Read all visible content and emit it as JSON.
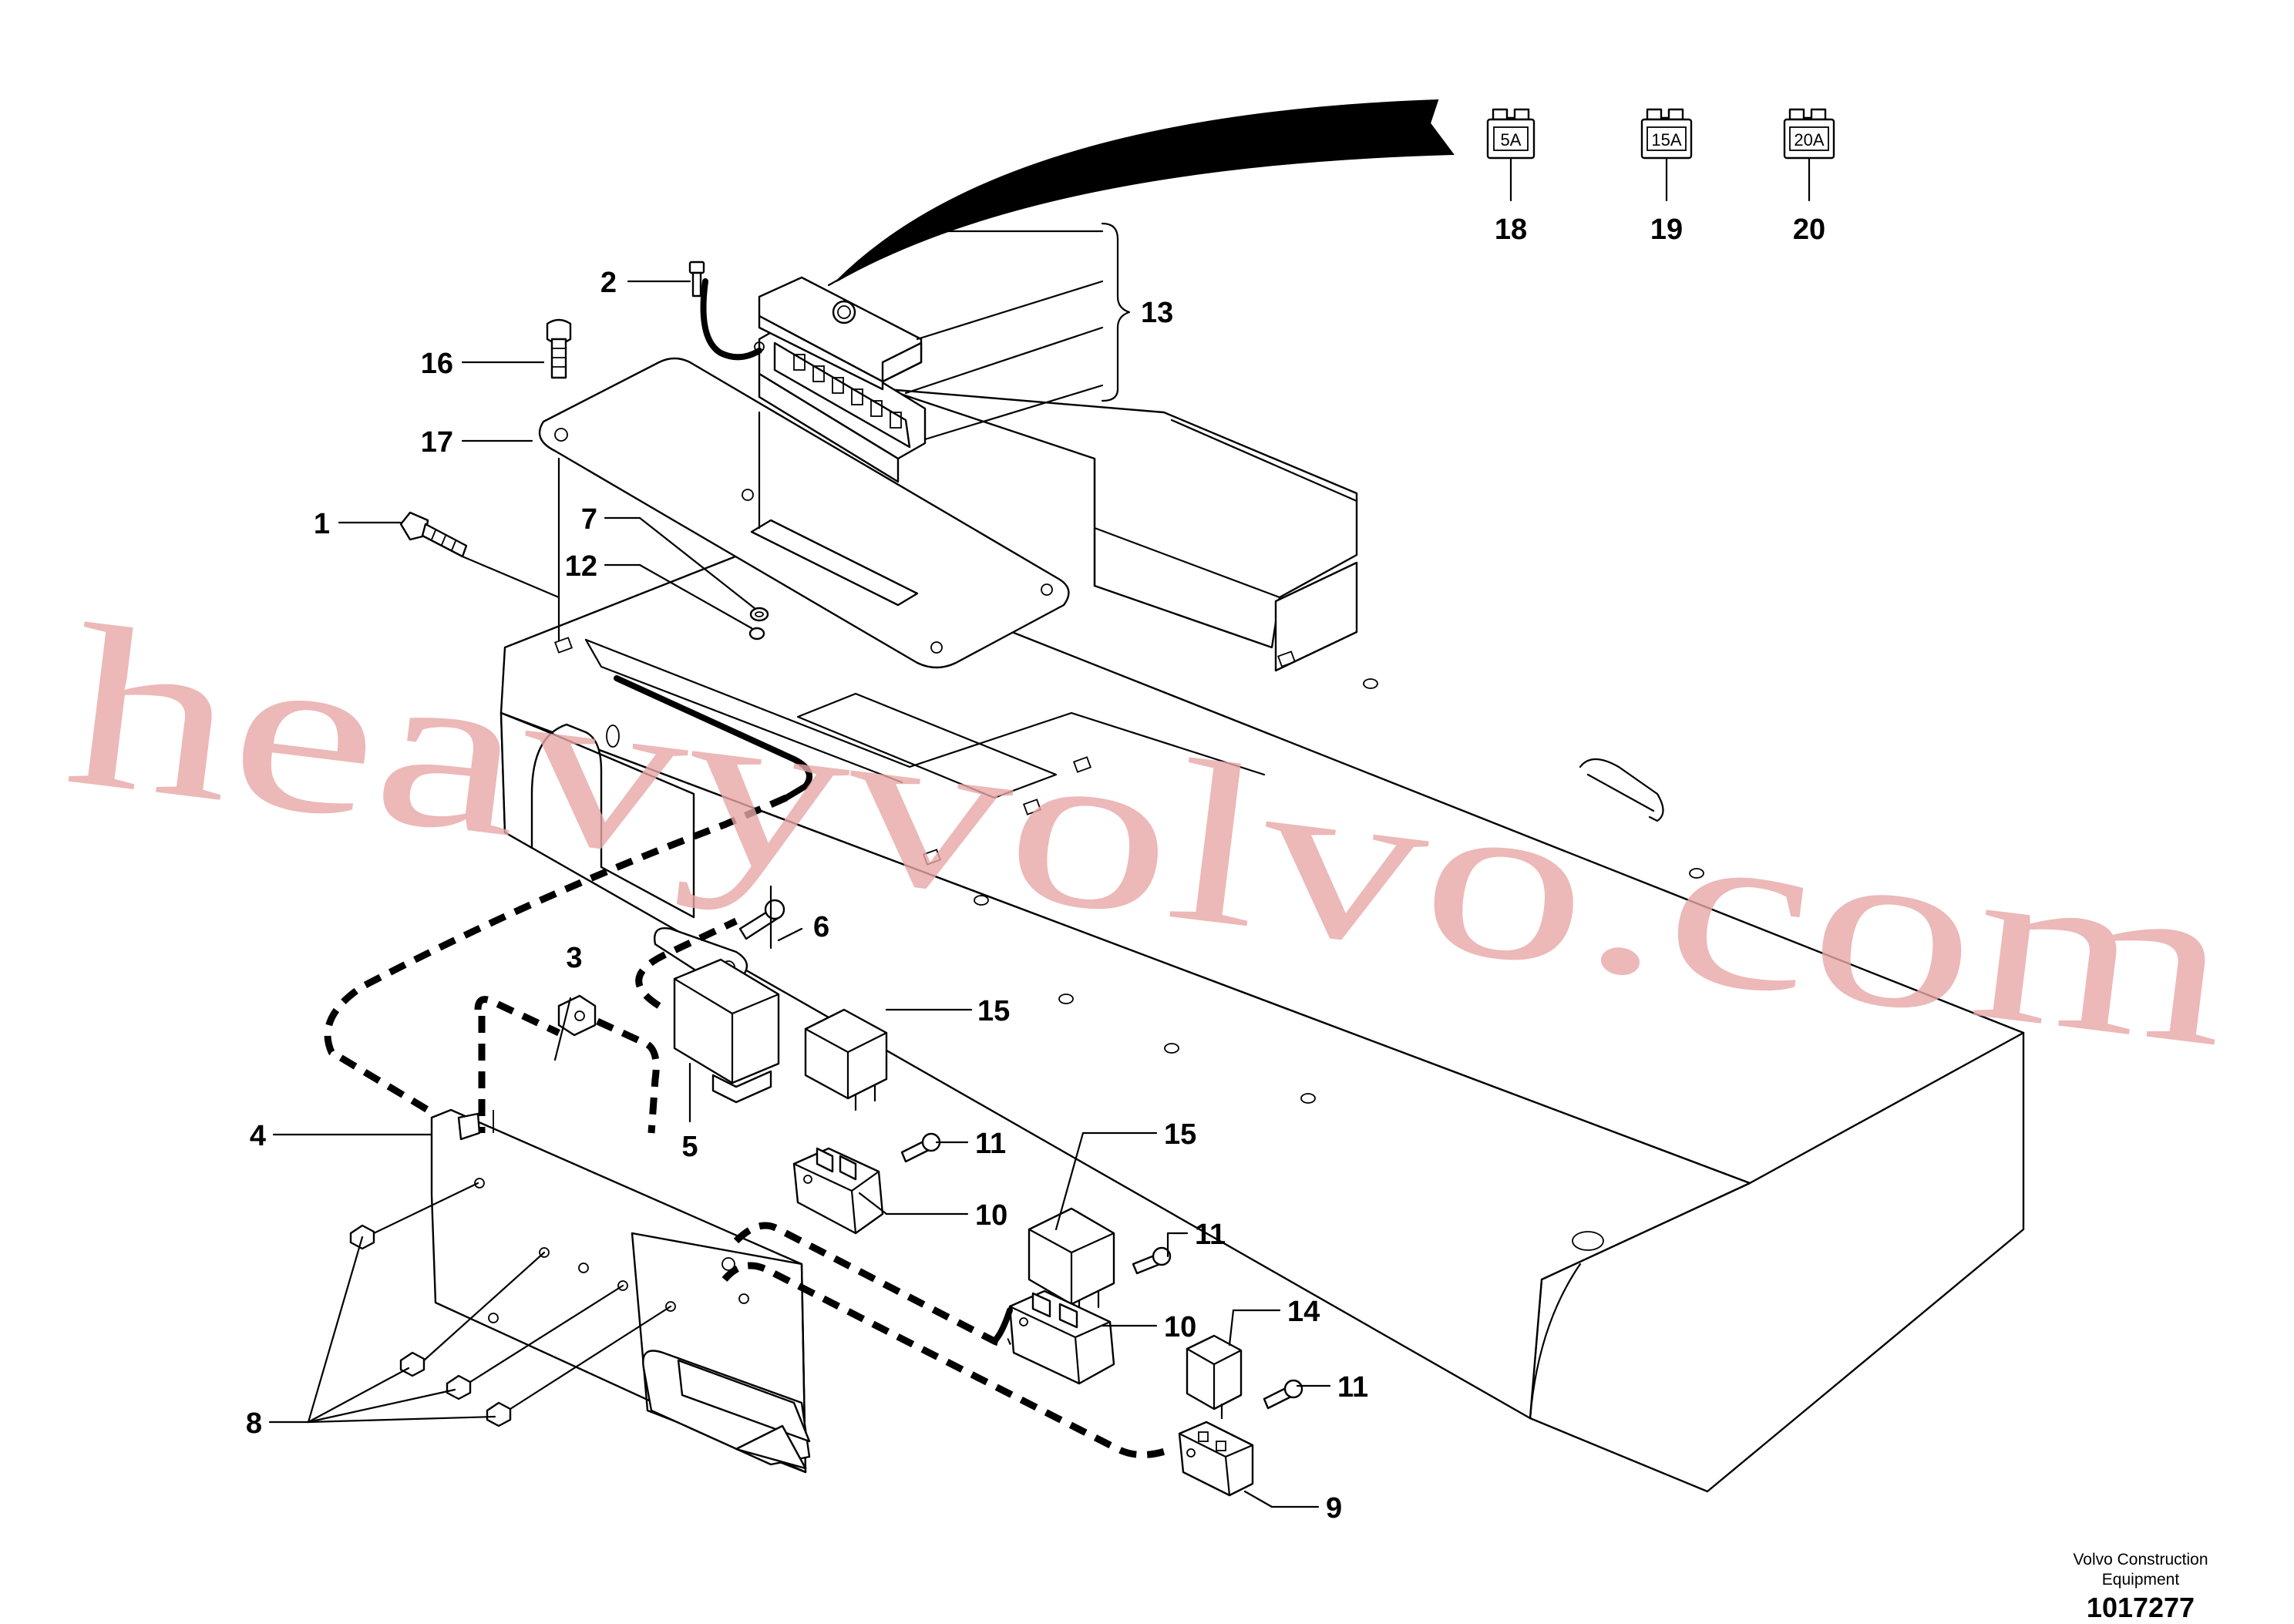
{
  "diagram": {
    "callouts": [
      "1",
      "2",
      "3",
      "4",
      "5",
      "6",
      "7",
      "8",
      "9",
      "10",
      "10",
      "11",
      "11",
      "11",
      "12",
      "13",
      "14",
      "15",
      "15",
      "16",
      "17"
    ],
    "fuses": [
      {
        "rating": "5A",
        "callout": "18"
      },
      {
        "rating": "15A",
        "callout": "19"
      },
      {
        "rating": "20A",
        "callout": "20"
      }
    ],
    "watermark": "heavyvolvo.com",
    "credit_line1": "Volvo Construction",
    "credit_line2": "Equipment",
    "document_number": "1017277"
  }
}
